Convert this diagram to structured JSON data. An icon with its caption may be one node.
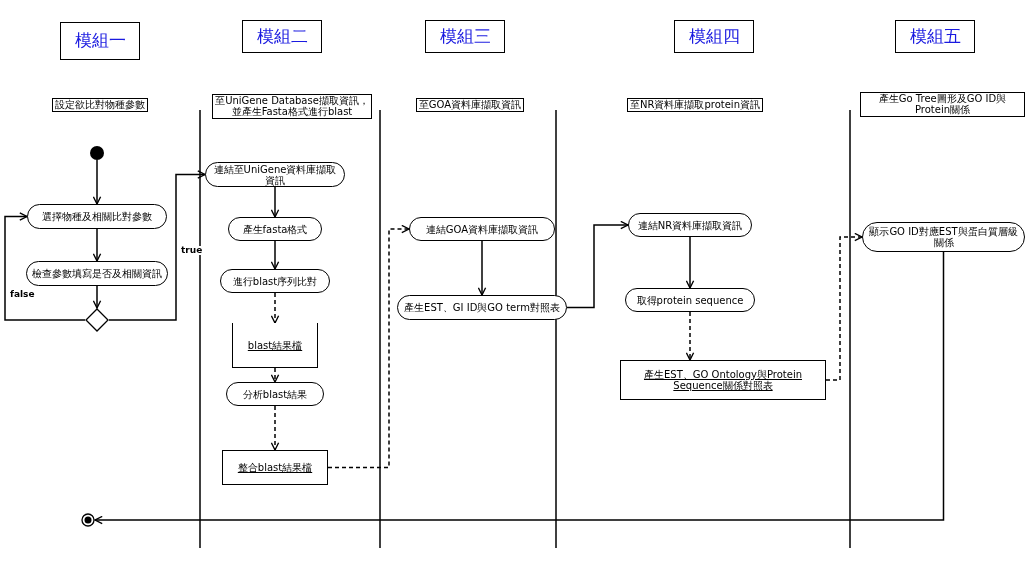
{
  "diagram": {
    "nodes": [
      {
        "text": [
          "模組一"
        ]
      },
      {
        "text": [
          "模組二"
        ]
      },
      {
        "text": [
          "模組三"
        ]
      },
      {
        "text": [
          "模組四"
        ]
      },
      {
        "text": [
          "模組五"
        ]
      },
      {
        "text": [
          "設定欲比對物種參數"
        ]
      },
      {
        "text": [
          "至UniGene Database擷取資訊，並產生Fasta格式進行blast"
        ]
      },
      {
        "text": [
          "至GOA資料庫擷取資訊"
        ]
      },
      {
        "text": [
          "至NR資料庫擷取protein資訊"
        ]
      },
      {
        "text": [
          "產生Go Tree圖形及GO ID與Protein關係"
        ]
      },
      {
        "text": [],
        "shape": "circle"
      },
      {
        "text": [
          "選擇物種及相關比對參數"
        ]
      },
      {
        "text": [
          "檢查參數填寫是否及相關資訊"
        ]
      },
      {
        "text": [],
        "shape": "diamond"
      },
      {
        "text": [
          "連結至UniGene資料庫擷取資訊"
        ]
      },
      {
        "text": [
          "產生fasta格式"
        ]
      },
      {
        "text": [
          "進行blast序列比對"
        ]
      },
      {
        "text": [
          "blast結果檔"
        ]
      },
      {
        "text": [
          "分析blast結果"
        ]
      },
      {
        "text": [
          "整合blast結果檔"
        ]
      },
      {
        "text": [
          "連結GOA資料庫擷取資訊"
        ]
      },
      {
        "text": [
          "產生EST、GI ID與GO term對照表"
        ]
      },
      {
        "text": [
          "連結NR資料庫擷取資訊"
        ]
      },
      {
        "text": [
          "取得protein sequence"
        ]
      },
      {
        "text": [
          "產生EST、GO Ontology與Protein Sequence關係對照表"
        ]
      },
      {
        "text": [
          "顯示GO ID對應EST與蛋白質層級關係"
        ]
      },
      {
        "text": [],
        "shape": "circle"
      }
    ],
    "edges": [
      {
        "from": 10,
        "to": 11,
        "arrow": "to"
      },
      {
        "from": 11,
        "to": 12,
        "arrow": "to"
      },
      {
        "from": 12,
        "to": 13,
        "arrow": "to"
      },
      {
        "from": 13,
        "to": 11,
        "arrow": "to",
        "label": "false"
      },
      {
        "from": 13,
        "to": 14,
        "arrow": "to",
        "label": "true"
      },
      {
        "from": 14,
        "to": 15,
        "arrow": "to"
      },
      {
        "from": 15,
        "to": 16,
        "arrow": "to"
      },
      {
        "from": 16,
        "to": 17,
        "arrow": "to",
        "style": "dashed"
      },
      {
        "from": 17,
        "to": 18,
        "arrow": "to",
        "style": "dashed"
      },
      {
        "from": 18,
        "to": 19,
        "arrow": "to",
        "style": "dashed"
      },
      {
        "from": 19,
        "to": 20,
        "arrow": "to",
        "style": "dashed"
      },
      {
        "from": 20,
        "to": 21,
        "arrow": "to"
      },
      {
        "from": 21,
        "to": 22,
        "arrow": "to"
      },
      {
        "from": 22,
        "to": 23,
        "arrow": "to"
      },
      {
        "from": 23,
        "to": 24,
        "arrow": "to",
        "style": "dashed"
      },
      {
        "from": 24,
        "to": 25,
        "arrow": "to",
        "style": "dashed"
      },
      {
        "from": 25,
        "to": 26,
        "arrow": "to"
      }
    ]
  }
}
